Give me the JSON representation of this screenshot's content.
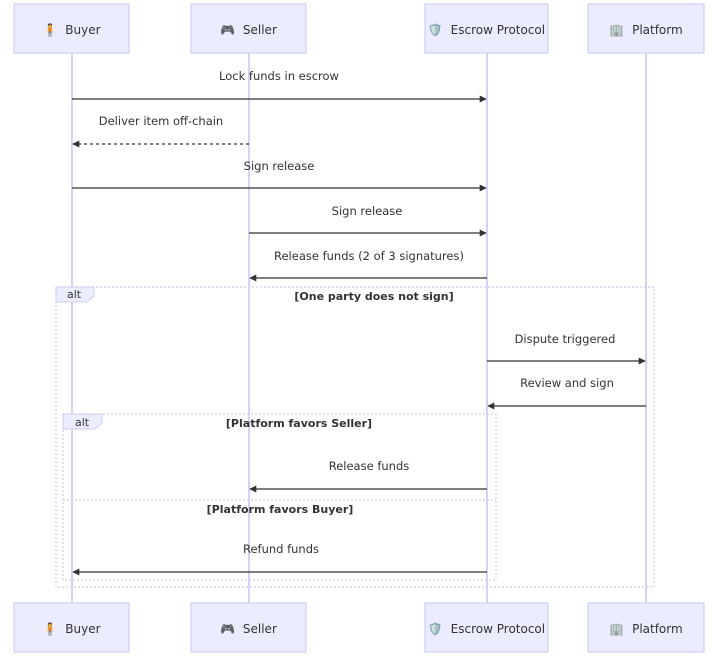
{
  "participants": [
    {
      "id": "buyer",
      "icon": "🧍",
      "label": "Buyer"
    },
    {
      "id": "seller",
      "icon": "🎮",
      "label": "Seller"
    },
    {
      "id": "escrow",
      "icon": "🛡️",
      "label": "Escrow Protocol"
    },
    {
      "id": "platform",
      "icon": "🏢",
      "label": "Platform"
    }
  ],
  "messages": [
    {
      "from": "buyer",
      "to": "escrow",
      "text": "Lock funds in escrow",
      "style": "solid"
    },
    {
      "from": "seller",
      "to": "buyer",
      "text": "Deliver item off-chain",
      "style": "dotted"
    },
    {
      "from": "buyer",
      "to": "escrow",
      "text": "Sign release",
      "style": "solid"
    },
    {
      "from": "seller",
      "to": "escrow",
      "text": "Sign release",
      "style": "solid"
    },
    {
      "from": "escrow",
      "to": "seller",
      "text": "Release funds (2 of 3 signatures)",
      "style": "solid"
    },
    {
      "from": "escrow",
      "to": "platform",
      "text": "Dispute triggered",
      "style": "solid"
    },
    {
      "from": "platform",
      "to": "escrow",
      "text": "Review and sign",
      "style": "solid"
    },
    {
      "from": "escrow",
      "to": "seller",
      "text": "Release funds",
      "style": "solid"
    },
    {
      "from": "escrow",
      "to": "buyer",
      "text": "Refund funds",
      "style": "solid"
    }
  ],
  "fragments": [
    {
      "label": "alt",
      "condition": "[One party does not sign]"
    },
    {
      "label": "alt",
      "condition": "[Platform favors Seller]",
      "else_condition": "[Platform favors Buyer]"
    }
  ]
}
